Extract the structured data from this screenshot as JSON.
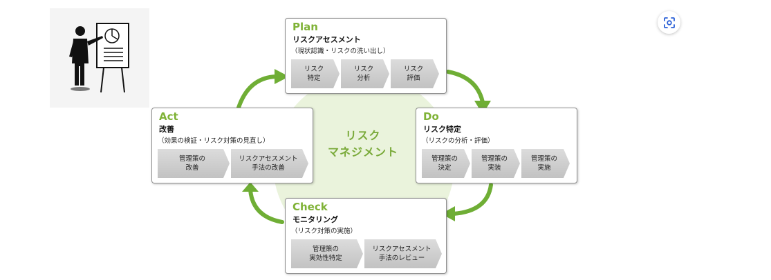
{
  "center": {
    "line1": "リスク",
    "line2": "マネジメント"
  },
  "plan": {
    "title": "Plan",
    "subtitle": "リスクアセスメント",
    "desc": "（現状認識・リスクの洗い出し）",
    "steps": [
      "リスク\n特定",
      "リスク\n分析",
      "リスク\n評価"
    ]
  },
  "do": {
    "title": "Do",
    "subtitle": "リスク特定",
    "desc": "（リスクの分析・評価）",
    "steps": [
      "管理策の\n決定",
      "管理策の\n実装",
      "管理策の\n実施"
    ]
  },
  "check": {
    "title": "Check",
    "subtitle": "モニタリング",
    "desc": "（リスク対策の実施）",
    "steps": [
      "管理策の\n実効性特定",
      "リスクアセスメント\n手法のレビュー"
    ]
  },
  "act": {
    "title": "Act",
    "subtitle": "改善",
    "desc": "（効果の検証・リスク対策の見直し）",
    "steps": [
      "管理策の\n改善",
      "リスクアセスメント\n手法の改善"
    ]
  },
  "colors": {
    "accent": "#7fb236",
    "arrow": "#6fae35",
    "step_bg": "#cfcfcf",
    "center_bg": "#eaf3dc"
  },
  "icons": {
    "presenter": "presenter-icon",
    "lens": "lens-icon"
  }
}
